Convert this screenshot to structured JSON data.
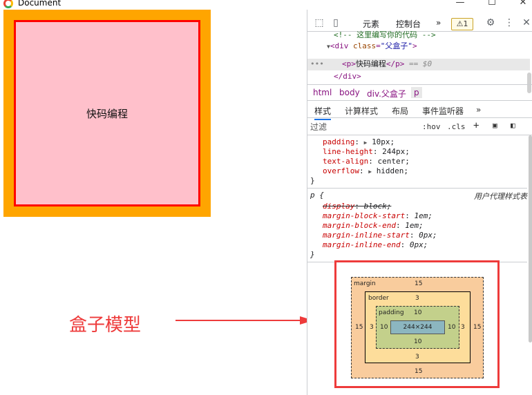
{
  "window": {
    "title": "Document",
    "min": "—",
    "max": "☐",
    "close": "✕"
  },
  "page": {
    "child_text": "快码编程"
  },
  "annotation": {
    "text": "盒子模型"
  },
  "devtools": {
    "tabs": {
      "elements": "元素",
      "console": "控制台",
      "more": "»",
      "warn_count": "1"
    },
    "dom": {
      "comment": "<!-- 这里编写你的代码 -->",
      "div_open": "div",
      "div_attr": "class",
      "div_val": "\"父盒子\"",
      "p_open": "<p>",
      "p_text": "快码编程",
      "p_close": "</p>",
      "eq0": "== $0",
      "div_close": "</div>",
      "ellipsis": "•••"
    },
    "breadcrumbs": [
      "html",
      "body",
      "div.父盒子",
      "p"
    ],
    "subtabs": {
      "styles": "样式",
      "computed": "计算样式",
      "layout": "布局",
      "listeners": "事件监听器",
      "more": "»"
    },
    "filter": {
      "placeholder": "过滤",
      "hov": ":hov",
      "cls": ".cls",
      "plus": "+"
    },
    "rules": {
      "r1": [
        {
          "prop": "padding",
          "val": "10px;",
          "arrow": true
        },
        {
          "prop": "line-height",
          "val": "244px;",
          "arrow": false
        },
        {
          "prop": "text-align",
          "val": "center;",
          "arrow": false
        },
        {
          "prop": "overflow",
          "val": "hidden;",
          "arrow": true
        }
      ],
      "r1_close": "}",
      "ua_selector": "p {",
      "ua_source": "用户代理样式表",
      "ua": [
        {
          "prop": "display",
          "val": "block;"
        },
        {
          "prop": "margin-block-start",
          "val": "1em;"
        },
        {
          "prop": "margin-block-end",
          "val": "1em;"
        },
        {
          "prop": "margin-inline-start",
          "val": "0px;"
        },
        {
          "prop": "margin-inline-end",
          "val": "0px;"
        }
      ],
      "ua_close": "}"
    },
    "boxmodel": {
      "margin_label": "margin",
      "margin_top": "15",
      "margin_bottom": "15",
      "margin_left": "15",
      "margin_right": "15",
      "border_label": "border",
      "border_top": "3",
      "border_bottom": "3",
      "border_left": "3",
      "border_right": "3",
      "padding_label": "padding",
      "padding_top": "10",
      "padding_bottom": "10",
      "padding_left": "10",
      "padding_right": "10",
      "content": "244×244"
    }
  }
}
